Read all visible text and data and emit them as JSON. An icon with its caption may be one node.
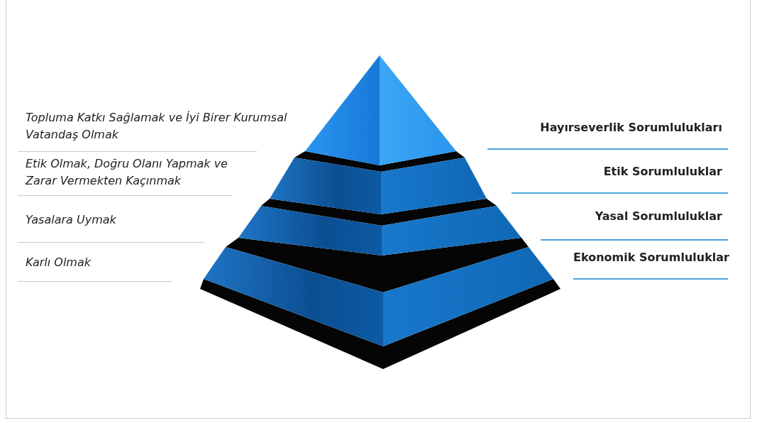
{
  "diagram": {
    "labels": [
      "Topluma Katkı Sağlamak ve İyi Birer Kurumsal Vatandaş Olmak",
      "Hayırseverlik Sorumlulukları",
      "Etik Olmak, Doğru Olanı Yapmak ve Zarar Vermekten Kaçınmak",
      "Etik Sorumluluklar",
      "Yasalara Uymak",
      "Yasal Sorumluluklar",
      "Karlı Olmak",
      "Ekonomik Sorumluluklar"
    ]
  }
}
